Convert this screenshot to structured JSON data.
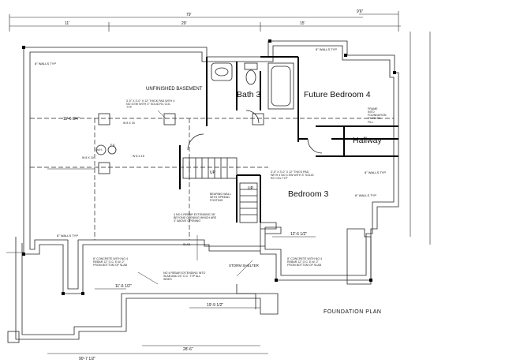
{
  "plan": {
    "title": "FOUNDATION PLAN",
    "rooms": {
      "bath": "Bath 3",
      "bedroom_future": "Future Bedroom 4",
      "hallway": "Hallway",
      "bedroom": "Bedroom 3",
      "unfinished": "UNFINISHED BASEMENT",
      "storm": "STORM SHELTER"
    },
    "dimensions": {
      "top_overall": "79'",
      "top_right": "9'6\"",
      "seg_left": "11'",
      "seg_mid": "29'",
      "seg_right": "15'",
      "bottom_overall": "90'-7 1/2\"",
      "bottom_mid": "28'-6\"",
      "inner_bottom": "19'-9 1/2\"",
      "inner_side": "11'-6 1/2\"",
      "left_beam": "11'-6 3/4\"",
      "mid_right": "12'-6 1/2\""
    },
    "notes": {
      "walls_top_left": "8\" WALLS TYP",
      "walls_top_right": "8\" WALLS TYP",
      "walls_bottom": "8\" WALLS TYP",
      "walls_mid_right": "8\" WALLS TYP",
      "walls_right_lower": "8\" WALLS TYP",
      "pad_1": "3'-0\" X 3'-0\" X 12\" THICK PAD WITH 4 NO 4 EW WITH 3\" SOLID RC COL TYP",
      "pad_2": "3'-0\" X 3'-0\" X 12\" THICK PAD WITH 4 NO 4 EW WITH 3\" SOLID RC COL TYP",
      "bearing_wall": "BEARING WALL WITH SPREAD FOOTING",
      "rebar": "4 NO 4 REBAR EXTENDING 36\" BEYOND OPENING WHICH ARE 3\" ABOVE OPENING",
      "slab_left": "8\" CONCRETE WITH NO 4 REBAR 12\" O.C. E.W. 2\" FROM BOTTOM OF SLAB",
      "slab_right": "8\" CONCRETE WITH NO 4 REBAR 12\" O.C. E.W. 2\" FROM BOTTOM OF SLAB",
      "no_rebar": "NO 4 REBAR EXTENDING INTO SLAB AND 24\" O.C. TYP ALL SIDES",
      "frame": "FRAME INTO FOUNDATION 2'6 TO 8'0 FILL",
      "whb": "W.H.",
      "fd": "F.D.",
      "beam1": "W 8 X 15",
      "beam2": "W 8 X 15",
      "beam3": "W 8 X 15",
      "up1": "UP",
      "up2": "UP",
      "slab_note": "SLAB"
    }
  }
}
